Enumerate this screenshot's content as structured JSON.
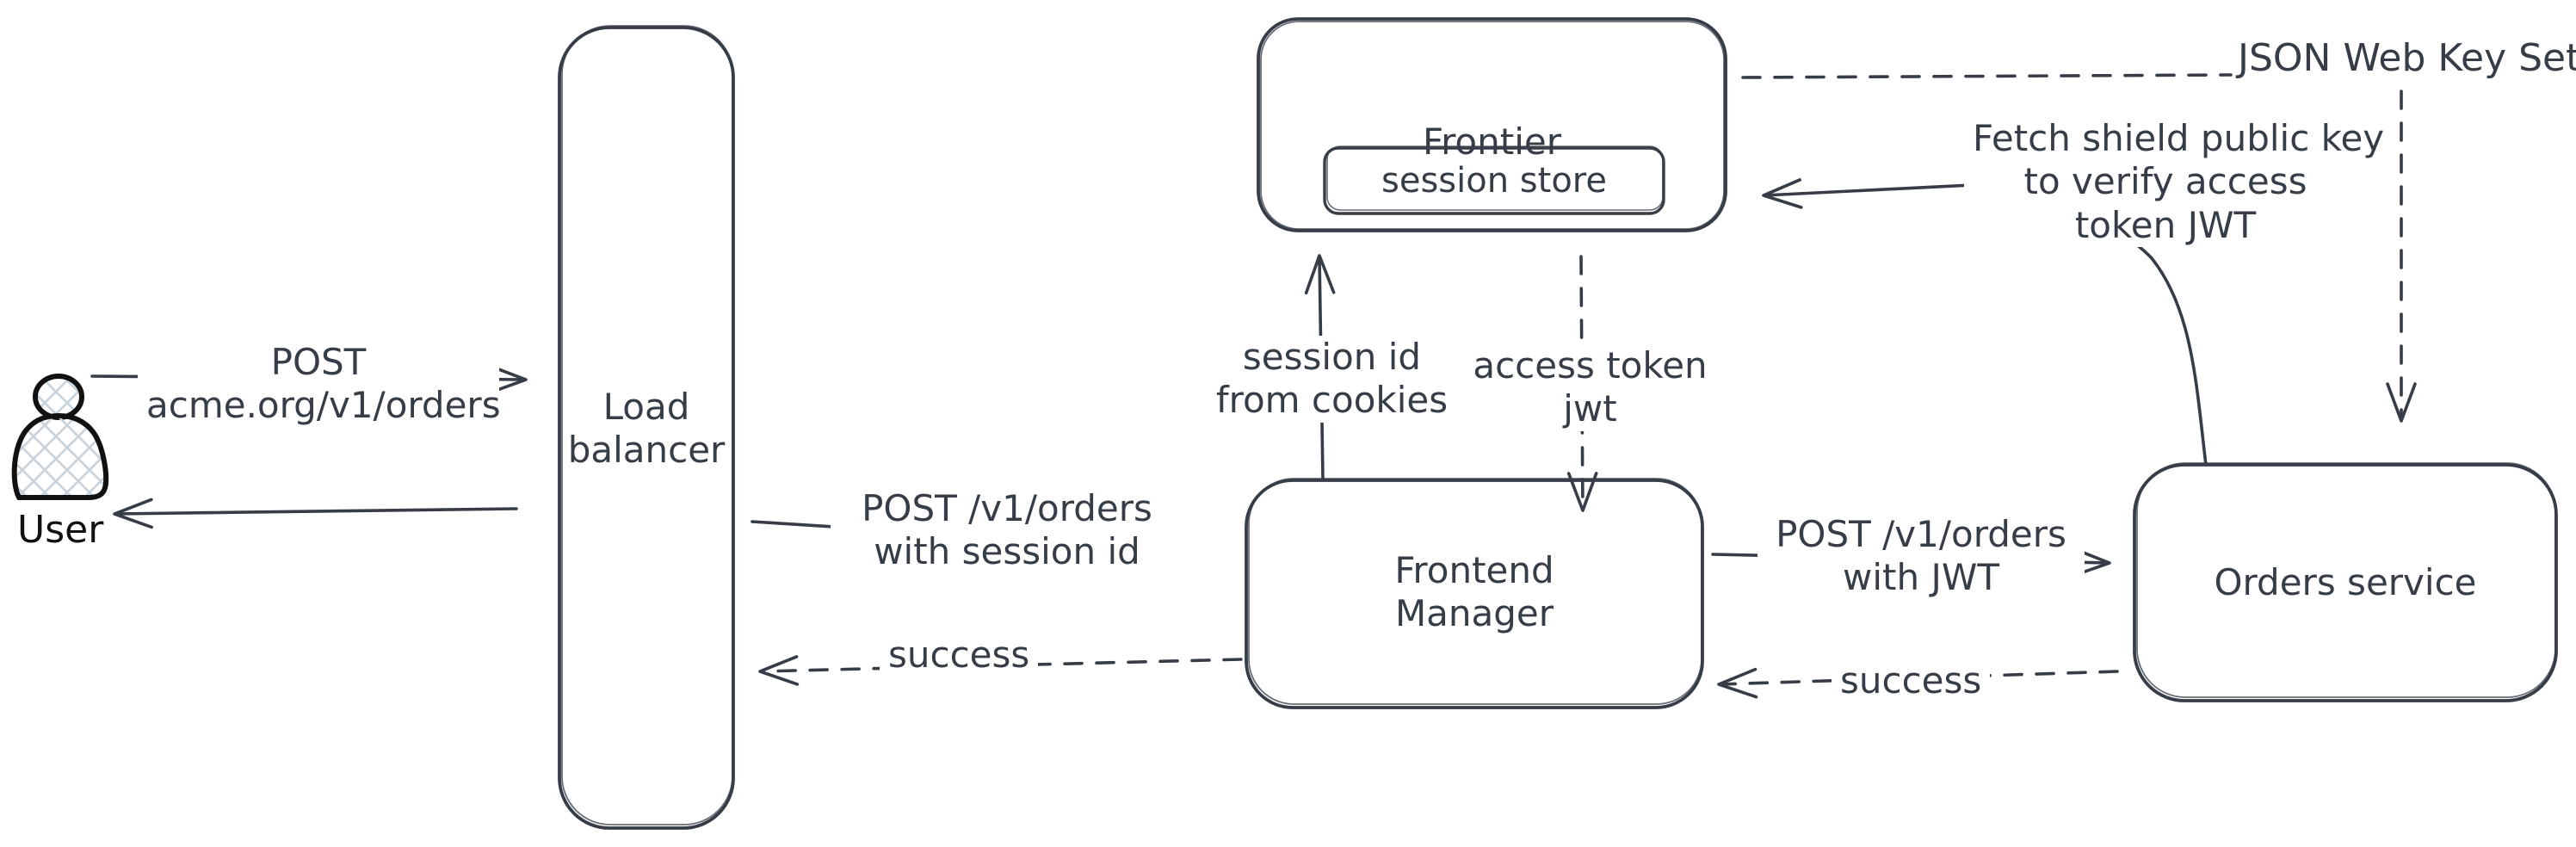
{
  "colors": {
    "stroke": "#363d47",
    "user_stroke": "#111111",
    "hatch": "#c9d3dc",
    "background": "#ffffff"
  },
  "nodes": {
    "user": {
      "label": "User"
    },
    "load_balancer": {
      "line1": "Load",
      "line2": "balancer"
    },
    "frontier": {
      "label": "Frontier"
    },
    "session_store": {
      "label": "session store"
    },
    "frontend_manager": {
      "line1": "Frontend",
      "line2": "Manager"
    },
    "orders_service": {
      "label": "Orders service"
    }
  },
  "edges": {
    "user_to_lb": {
      "line1": "POST",
      "line2": "acme.org/v1/orders"
    },
    "lb_to_fm": {
      "line1": "POST /v1/orders",
      "line2": "with session id"
    },
    "fm_to_lb_success": {
      "label": "success"
    },
    "fm_to_frontier": {
      "line1": "session id",
      "line2": "from cookies"
    },
    "frontier_to_fm": {
      "line1": "access token",
      "line2": "jwt"
    },
    "fm_to_orders": {
      "line1": "POST /v1/orders",
      "line2": "with JWT"
    },
    "orders_to_fm_success": {
      "label": "success"
    },
    "orders_to_frontier_fetch": {
      "line1": "Fetch shield public key",
      "line2": "to verify access",
      "line3": "token JWT"
    },
    "jwks": {
      "label": "JSON Web Key Set"
    }
  }
}
